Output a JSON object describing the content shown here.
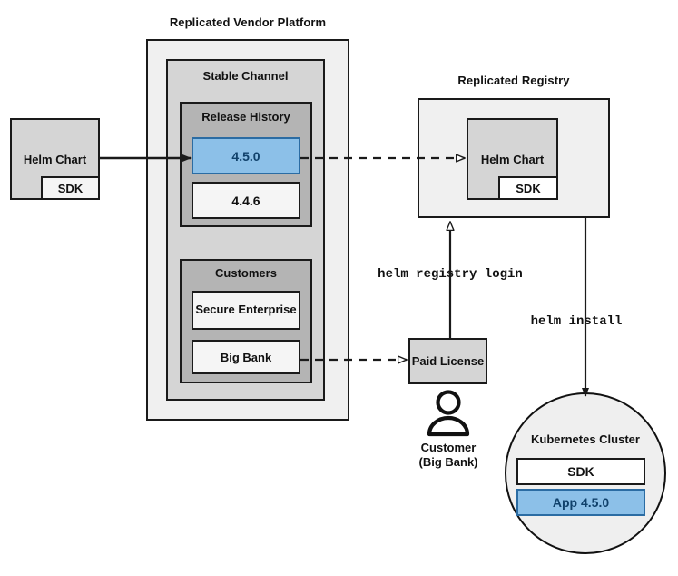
{
  "diagram": {
    "title_platform": "Replicated Vendor Platform",
    "title_registry": "Replicated Registry"
  },
  "source_chart": {
    "label": "Helm Chart",
    "sdk_label": "SDK"
  },
  "platform": {
    "channel_label": "Stable Channel",
    "release_history": {
      "label": "Release History",
      "versions": [
        {
          "version": "4.5.0",
          "highlighted": true
        },
        {
          "version": "4.4.6",
          "highlighted": false
        }
      ]
    },
    "customers": {
      "label": "Customers",
      "items": [
        {
          "name": "Secure Enterprise"
        },
        {
          "name": "Big Bank"
        }
      ]
    }
  },
  "registry": {
    "label": "Replicated Registry",
    "chart_label": "Helm Chart",
    "sdk_label": "SDK"
  },
  "license": {
    "label": "Paid License"
  },
  "customer": {
    "icon": "person-icon",
    "line1": "Customer",
    "line2": "(Big Bank)"
  },
  "commands": {
    "registry_login": "helm registry login",
    "install": "helm install"
  },
  "cluster": {
    "label": "Kubernetes Cluster",
    "components": [
      {
        "name": "SDK",
        "highlighted": false
      },
      {
        "name": "App 4.5.0",
        "highlighted": true
      }
    ]
  },
  "colors": {
    "highlight_fill": "#8cc0e8",
    "highlight_border": "#2b6ca3",
    "highlight_text": "#10416b",
    "stroke": "#1a1a1a",
    "platform_fill": "#f0f0f0",
    "channel_fill": "#d5d5d5",
    "group_fill": "#b4b4b4"
  }
}
